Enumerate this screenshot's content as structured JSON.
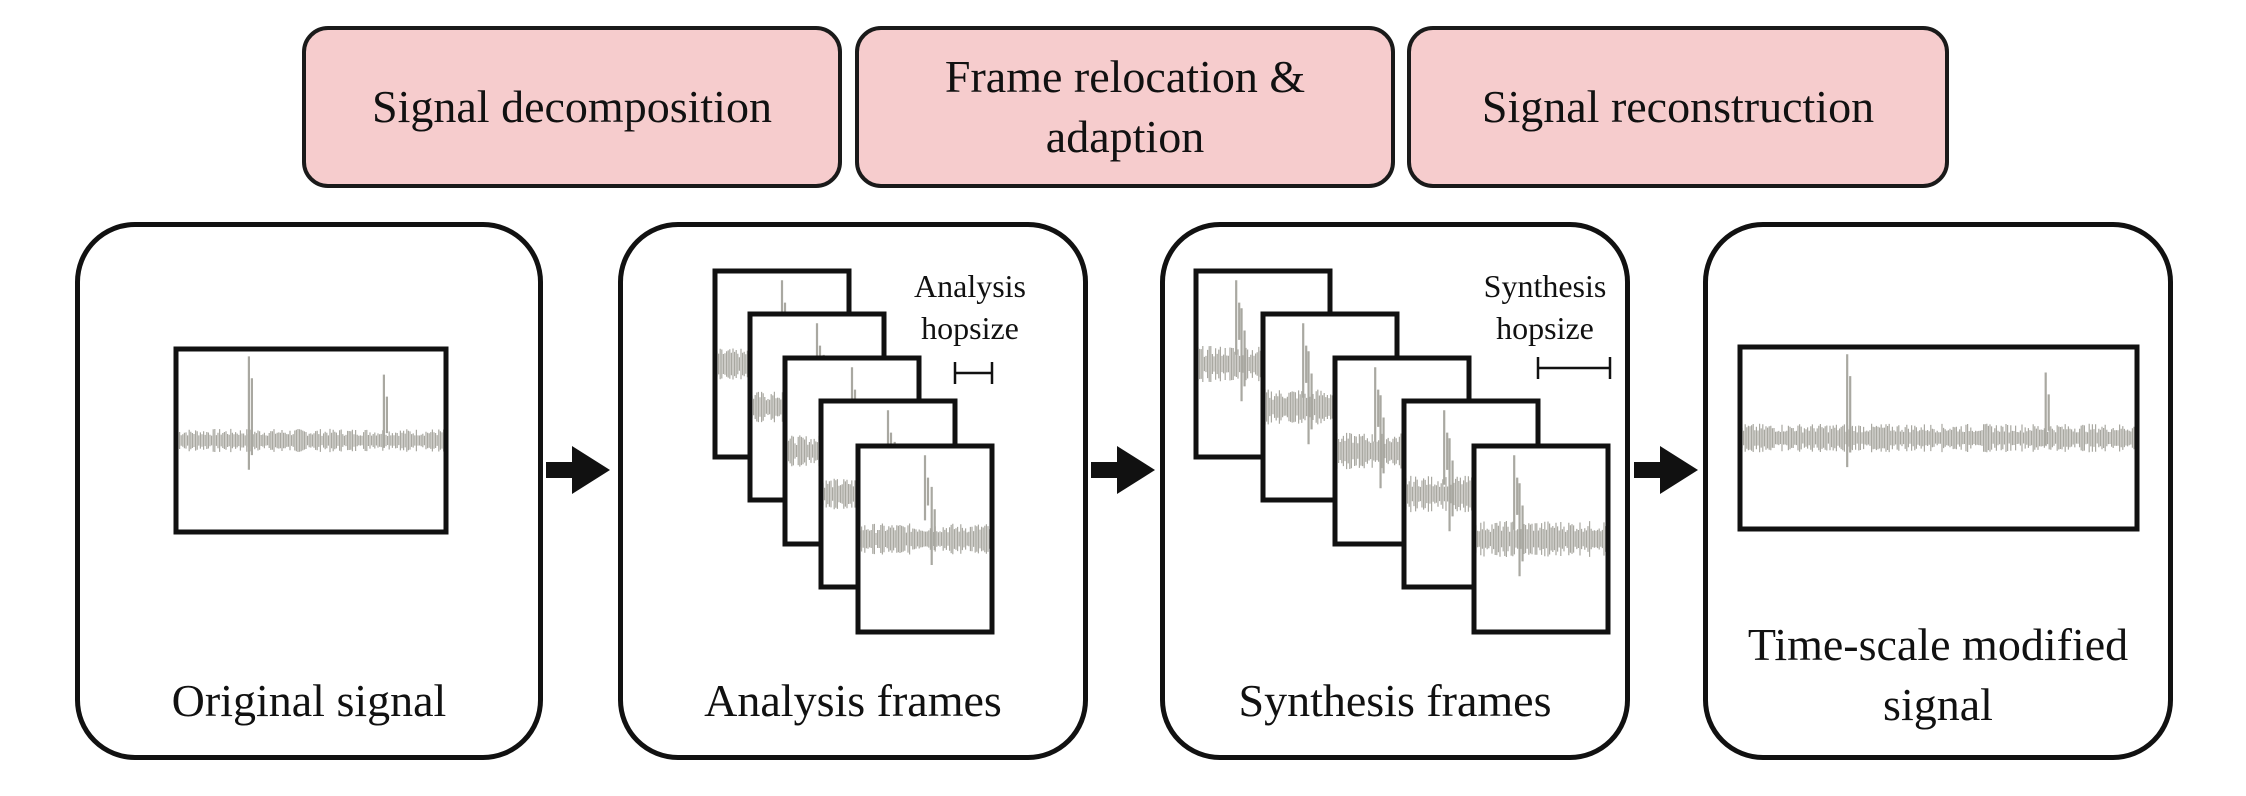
{
  "steps": {
    "decomposition": "Signal decomposition",
    "relocation_line1": "Frame relocation &",
    "relocation_line2": "adaption",
    "reconstruction": "Signal reconstruction"
  },
  "panels": {
    "original": "Original signal",
    "analysis": "Analysis frames",
    "synthesis": "Synthesis frames",
    "modified_line1": "Time-scale modified",
    "modified_line2": "signal"
  },
  "hopsizes": {
    "analysis_line1": "Analysis",
    "analysis_line2": "hopsize",
    "synthesis_line1": "Synthesis",
    "synthesis_line2": "hopsize"
  },
  "colors": {
    "step_fill": "#f6cccd",
    "waveform": "#a9a8a1",
    "outline": "#111111"
  }
}
